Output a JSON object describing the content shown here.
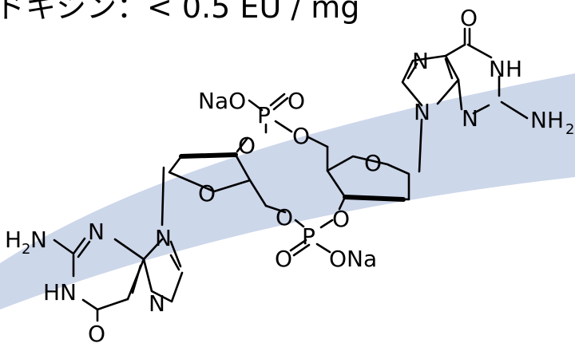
{
  "header": {
    "text": "ドキシン：< 0.5 EU / mg"
  },
  "colors": {
    "band": "#cdd7ea",
    "ink": "#000000",
    "background": "#ffffff"
  },
  "atoms": {
    "na_o_top": "NaO",
    "p_top": "P",
    "o_dbl_top": "O",
    "o_bridge_top": "O",
    "o_ring_left": "O",
    "o_link_mid": "O",
    "p_mid": "P",
    "o_dbl_mid": "O",
    "o_na_mid": "ONa",
    "o_sugar_right_3": "O",
    "o_ring_right": "O",
    "o_bridge_right": "O",
    "g_top": {
      "n7": "N",
      "o6": "O",
      "nh1": "NH",
      "n3": "N",
      "n9": "N",
      "nh2": "NH",
      "nh2_sub": "2"
    },
    "g_bottom": {
      "h2n": "H",
      "h2n_sub": "2",
      "h2n_n": "N",
      "n3": "N",
      "n9": "N",
      "hn1": "HN",
      "n7": "N",
      "o6": "O"
    }
  }
}
